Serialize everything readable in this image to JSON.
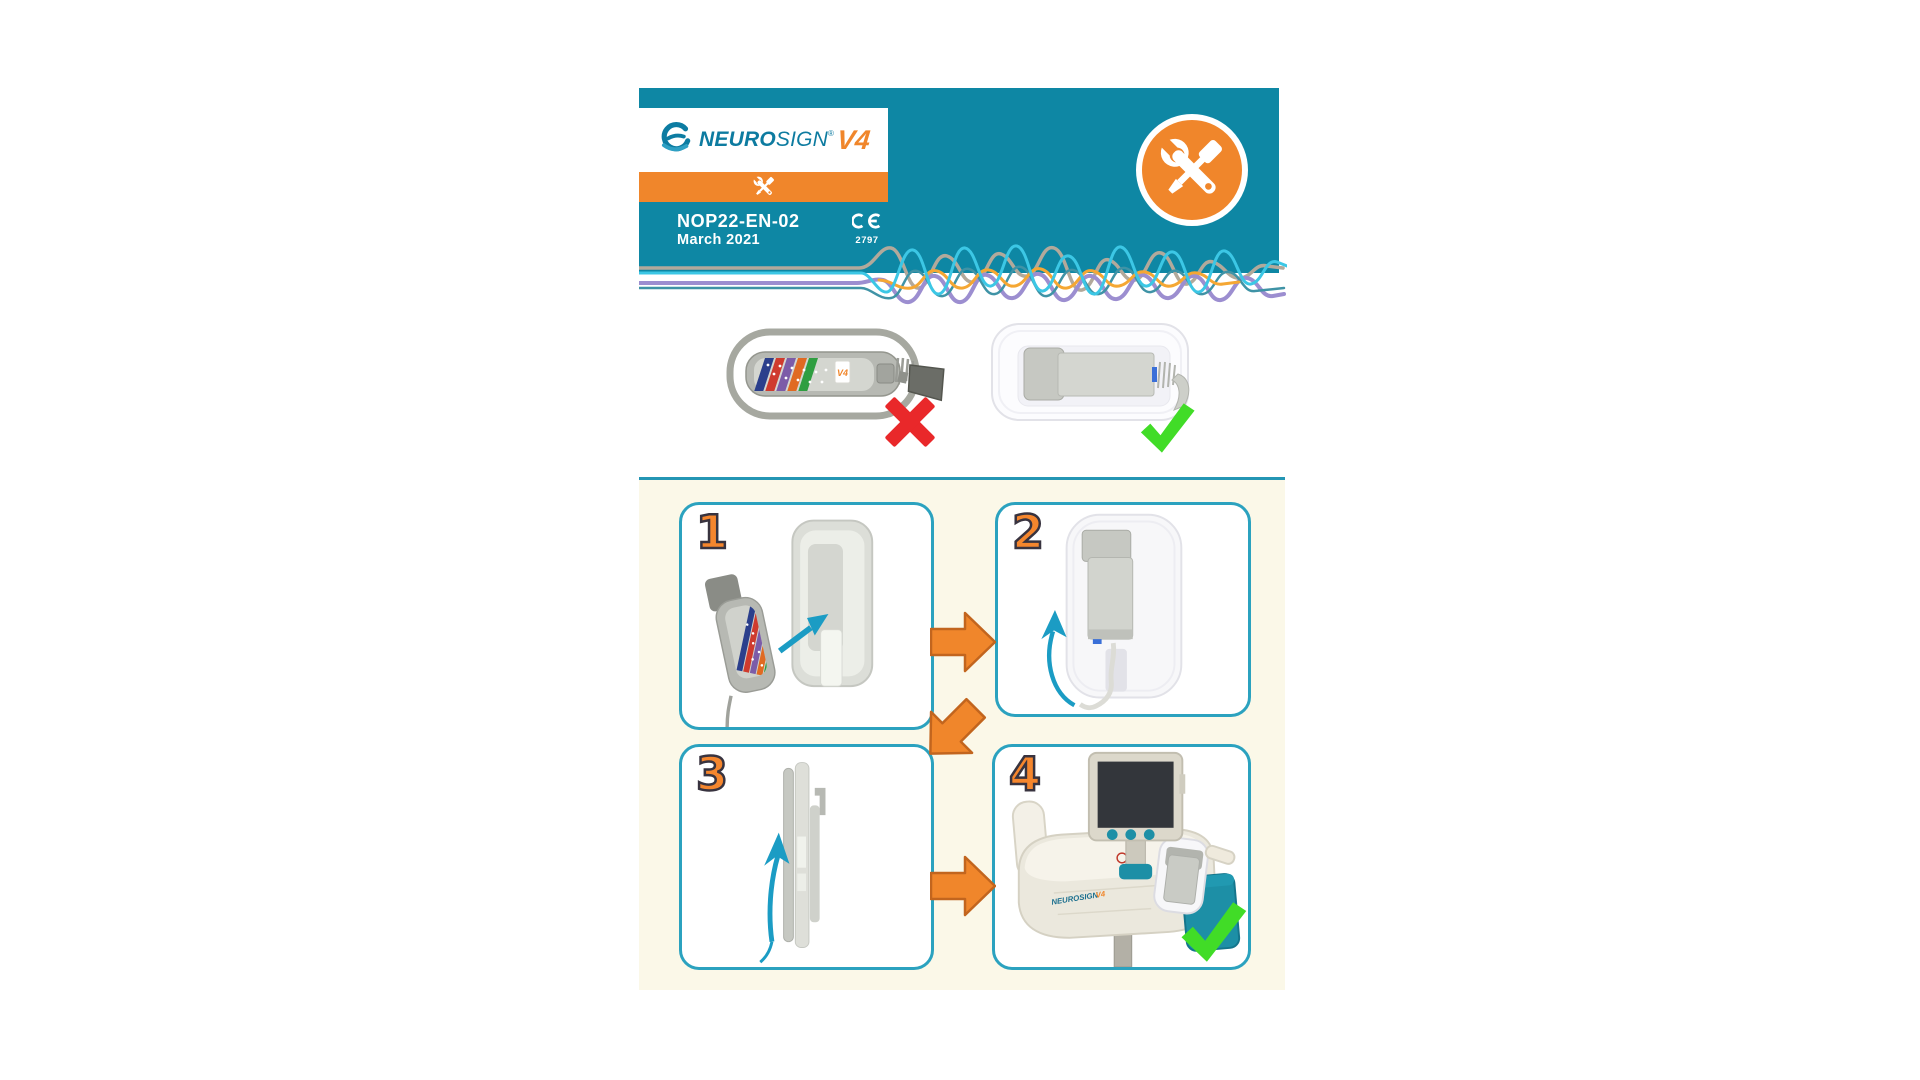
{
  "document": {
    "brand_neuro": "NEURO",
    "brand_sign": "SIGN",
    "brand_reg": "®",
    "model": "V4",
    "doc_number": "NOP22-EN-02",
    "doc_date": "March 2021",
    "ce_mark": "CE",
    "ce_number": "2797",
    "remote_label": "V4",
    "steps": [
      "1",
      "2",
      "3",
      "4"
    ],
    "cart_logo": {
      "brand": "NEUROSIGN",
      "model": "V4"
    }
  },
  "icons": {
    "tools": "wrench-and-screwdriver",
    "swirl": "neurosign-swirl-logo",
    "ce": "ce-mark",
    "cross": "red-x-mark",
    "check": "green-check-mark",
    "teal_arrow": "insertion-direction-arrow",
    "orange_arrow": "next-step-arrow"
  },
  "colors": {
    "banner_teal": "#0e87a4",
    "accent_orange": "#f0862b",
    "cream_background": "#fbf8e8",
    "panel_border": "#2ba2bf",
    "logo_teal": "#0d7ba0",
    "cross_red": "#e9282a",
    "check_green": "#41dc27",
    "arrow_teal": "#1b9cc4",
    "wave_cyan": "#3cc7e5",
    "wave_orange": "#f5a733",
    "wave_purple": "#9c8ed0",
    "wave_tan": "#b2a99b",
    "wave_steel": "#3f93a6"
  }
}
